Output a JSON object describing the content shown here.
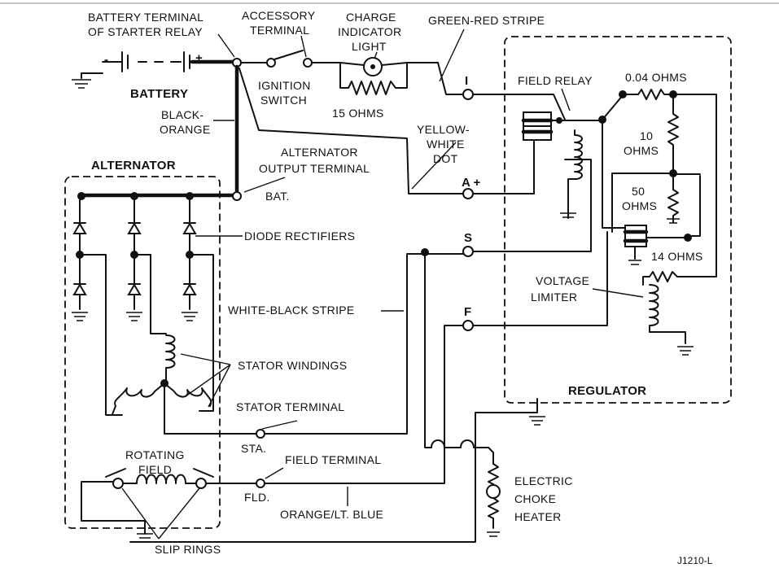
{
  "labels": {
    "battery_terminal": [
      "BATTERY TERMINAL",
      "OF STARTER RELAY"
    ],
    "accessory_terminal": [
      "ACCESSORY",
      "TERMINAL"
    ],
    "charge_indicator": [
      "CHARGE",
      "INDICATOR",
      "LIGHT"
    ],
    "green_red_stripe": "GREEN-RED STRIPE",
    "battery": "BATTERY",
    "battery_signs": [
      "-",
      "+"
    ],
    "ignition_switch": [
      "IGNITION",
      "SWITCH"
    ],
    "ohms_15": "15  OHMS",
    "black_orange": [
      "BLACK-",
      "ORANGE"
    ],
    "yellow_white_dot": [
      "YELLOW-",
      "WHITE",
      "DOT"
    ],
    "field_relay": "FIELD RELAY",
    "ohms_004": "0.04 OHMS",
    "ohms_10": [
      "10",
      "OHMS"
    ],
    "ohms_50": [
      "50",
      "OHMS"
    ],
    "ohms_14": "14  OHMS",
    "alternator": "ALTERNATOR",
    "alternator_output": [
      "ALTERNATOR",
      "OUTPUT TERMINAL"
    ],
    "bat": "BAT.",
    "diode_rectifiers": "DIODE  RECTIFIERS",
    "white_black_stripe": "WHITE-BLACK STRIPE",
    "voltage_limiter": [
      "VOLTAGE",
      "LIMITER"
    ],
    "stator_windings": "STATOR  WINDINGS",
    "stator_terminal": "STATOR  TERMINAL",
    "sta": "STA.",
    "regulator": "REGULATOR",
    "rotating_field": [
      "ROTATING",
      "FIELD"
    ],
    "field_terminal": "FIELD  TERMINAL",
    "fld": "FLD.",
    "electric_choke": [
      "ELECTRIC",
      "CHOKE",
      "HEATER"
    ],
    "orange_lt_blue": "ORANGE/LT. BLUE",
    "slip_rings": "SLIP RINGS",
    "fig_id": "J1210-L"
  },
  "terminals": {
    "i": "I",
    "a_plus": "A +",
    "s": "S",
    "f": "F"
  }
}
